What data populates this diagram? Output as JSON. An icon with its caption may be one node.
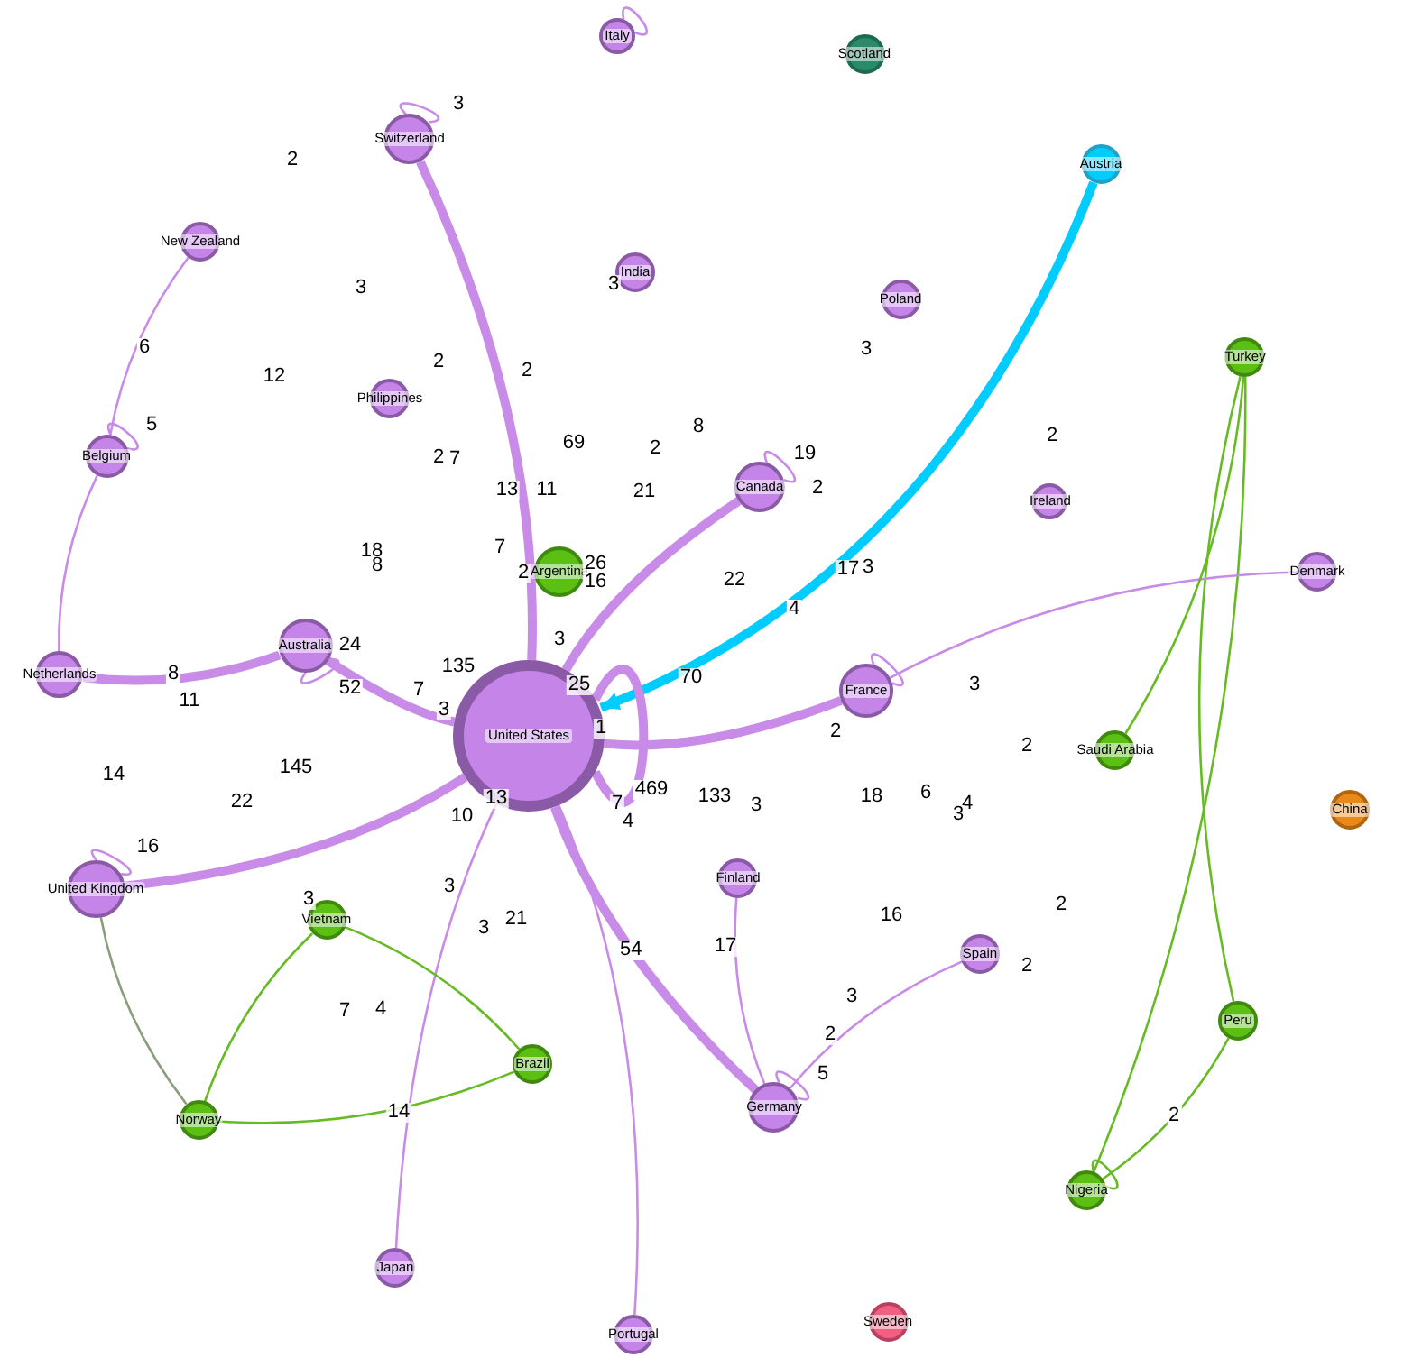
{
  "diagram": {
    "nodes": [
      {
        "text": [
          "Italy"
        ]
      },
      {
        "text": [
          "Scotland"
        ]
      },
      {
        "text": [
          "Switzerland"
        ]
      },
      {
        "text": [
          "Austria"
        ]
      },
      {
        "text": [
          "New Zealand"
        ]
      },
      {
        "text": [
          "India"
        ]
      },
      {
        "text": [
          "Poland"
        ]
      },
      {
        "text": [
          "Turkey"
        ]
      },
      {
        "text": [
          "Philippines"
        ]
      },
      {
        "text": [
          "Belgium"
        ]
      },
      {
        "text": [
          "Canada"
        ]
      },
      {
        "text": [
          "Ireland"
        ]
      },
      {
        "text": [
          "Argentina"
        ]
      },
      {
        "text": [
          "Denmark"
        ]
      },
      {
        "text": [
          "Netherlands"
        ]
      },
      {
        "text": [
          "Australia"
        ]
      },
      {
        "text": [
          "France"
        ]
      },
      {
        "text": [
          "United States"
        ]
      },
      {
        "text": [
          "Saudi Arabia"
        ]
      },
      {
        "text": [
          "China"
        ]
      },
      {
        "text": [
          "Finland"
        ]
      },
      {
        "text": [
          "United Kingdom"
        ]
      },
      {
        "text": [
          "Vietnam"
        ]
      },
      {
        "text": [
          "Spain"
        ]
      },
      {
        "text": [
          "Peru"
        ]
      },
      {
        "text": [
          "Brazil"
        ]
      },
      {
        "text": [
          "Germany"
        ]
      },
      {
        "text": [
          "Norway"
        ]
      },
      {
        "text": [
          "Nigeria"
        ]
      },
      {
        "text": [
          "Japan"
        ]
      },
      {
        "text": [
          "Portugal"
        ]
      },
      {
        "text": [
          "Sweden"
        ]
      }
    ],
    "edges": [
      {
        "from": 2,
        "to": 17,
        "arrow": "none",
        "label": "69",
        "style": "thick"
      },
      {
        "from": 3,
        "to": 17,
        "arrow": "to",
        "label": "4",
        "style": "thick",
        "color": "#00ccff"
      },
      {
        "from": 15,
        "to": 17,
        "arrow": "none",
        "label": "135",
        "style": "thick"
      },
      {
        "from": 21,
        "to": 17,
        "arrow": "none",
        "label": "145",
        "style": "thick"
      },
      {
        "from": 17,
        "to": 16,
        "arrow": "none",
        "label": "133",
        "style": "thick"
      },
      {
        "from": 17,
        "to": 17,
        "arrow": "none",
        "label": "469",
        "style": "thick"
      },
      {
        "from": 10,
        "to": 17,
        "arrow": "none",
        "label": "22",
        "style": "thick"
      },
      {
        "from": 17,
        "to": 26,
        "arrow": "none",
        "label": "54",
        "style": "thick"
      },
      {
        "from": 14,
        "to": 15,
        "arrow": "none",
        "label": "8",
        "style": "thick"
      },
      {
        "from": 28,
        "to": 24,
        "arrow": "none",
        "label": "2",
        "color": "#66bb22"
      },
      {
        "from": 26,
        "to": 26,
        "arrow": "none",
        "label": "5"
      },
      {
        "from": 2,
        "to": 2,
        "arrow": "none",
        "label": "3"
      },
      {
        "from": 9,
        "to": 9,
        "arrow": "none",
        "label": "5"
      },
      {
        "from": 21,
        "to": 21,
        "arrow": "none",
        "label": "16"
      },
      {
        "from": 15,
        "to": 15,
        "arrow": "none",
        "label": "52"
      },
      {
        "from": 0,
        "to": 0,
        "arrow": "none"
      },
      {
        "from": 28,
        "to": 28,
        "arrow": "none",
        "color": "#66bb22"
      },
      {
        "from": 16,
        "to": 16,
        "arrow": "none"
      },
      {
        "from": 10,
        "to": 10,
        "arrow": "none",
        "label": "19"
      },
      {
        "from": 29,
        "to": 17,
        "arrow": "none"
      },
      {
        "from": 30,
        "to": 17,
        "arrow": "none"
      },
      {
        "from": 7,
        "to": 24,
        "arrow": "none",
        "color": "#66bb22"
      },
      {
        "from": 7,
        "to": 28,
        "arrow": "none",
        "color": "#66bb22"
      },
      {
        "from": 27,
        "to": 25,
        "arrow": "none",
        "color": "#66bb22"
      },
      {
        "from": 22,
        "to": 27,
        "arrow": "none",
        "color": "#66bb22"
      },
      {
        "from": 21,
        "to": 27,
        "arrow": "none",
        "color": "#8a9e7a"
      },
      {
        "from": 13,
        "to": 16,
        "arrow": "none"
      },
      {
        "from": 23,
        "to": 26,
        "arrow": "none"
      },
      {
        "from": 20,
        "to": 26,
        "arrow": "none"
      },
      {
        "from": 25,
        "to": 22,
        "arrow": "none",
        "color": "#66bb22"
      },
      {
        "from": 4,
        "to": 9,
        "arrow": "none",
        "label": "6"
      },
      {
        "from": 9,
        "to": 14,
        "arrow": "none"
      },
      {
        "from": 18,
        "to": 7,
        "arrow": "none",
        "color": "#66bb22"
      }
    ],
    "labels": [
      "2",
      "3",
      "3",
      "3",
      "12",
      "2",
      "2",
      "8",
      "2",
      "2",
      "2",
      "7",
      "2",
      "13",
      "11",
      "21",
      "7",
      "18",
      "17",
      "3",
      "8",
      "2",
      "26",
      "16",
      "3",
      "24",
      "70",
      "25",
      "7",
      "3",
      "3",
      "11",
      "1",
      "2",
      "2",
      "14",
      "18",
      "6",
      "4",
      "13",
      "7",
      "3",
      "3",
      "22",
      "10",
      "4",
      "3",
      "3",
      "2",
      "16",
      "21",
      "3",
      "17",
      "2",
      "3",
      "7",
      "4",
      "2",
      "14"
    ]
  }
}
